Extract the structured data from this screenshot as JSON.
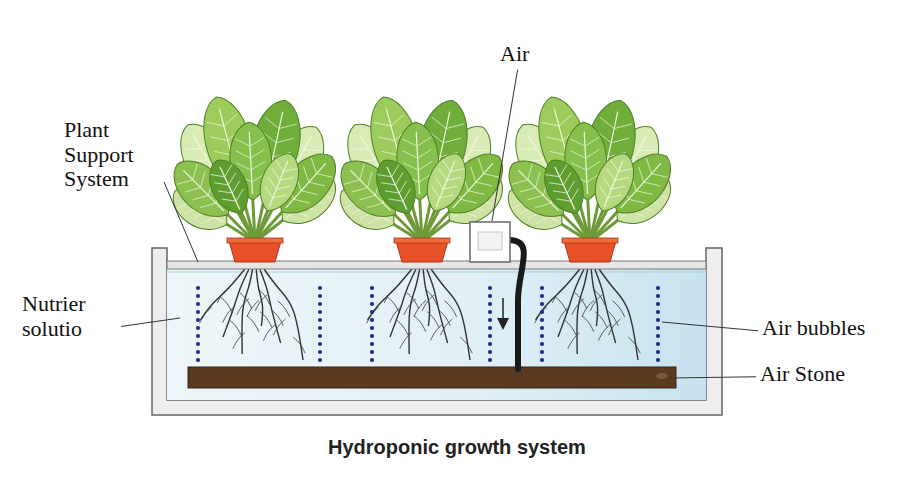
{
  "diagram": {
    "caption": "Hydroponic growth system",
    "labels": [
      "Air",
      "Plant Support System",
      "Nutrier solutio",
      "Air bubbles",
      "Air Stone"
    ]
  }
}
